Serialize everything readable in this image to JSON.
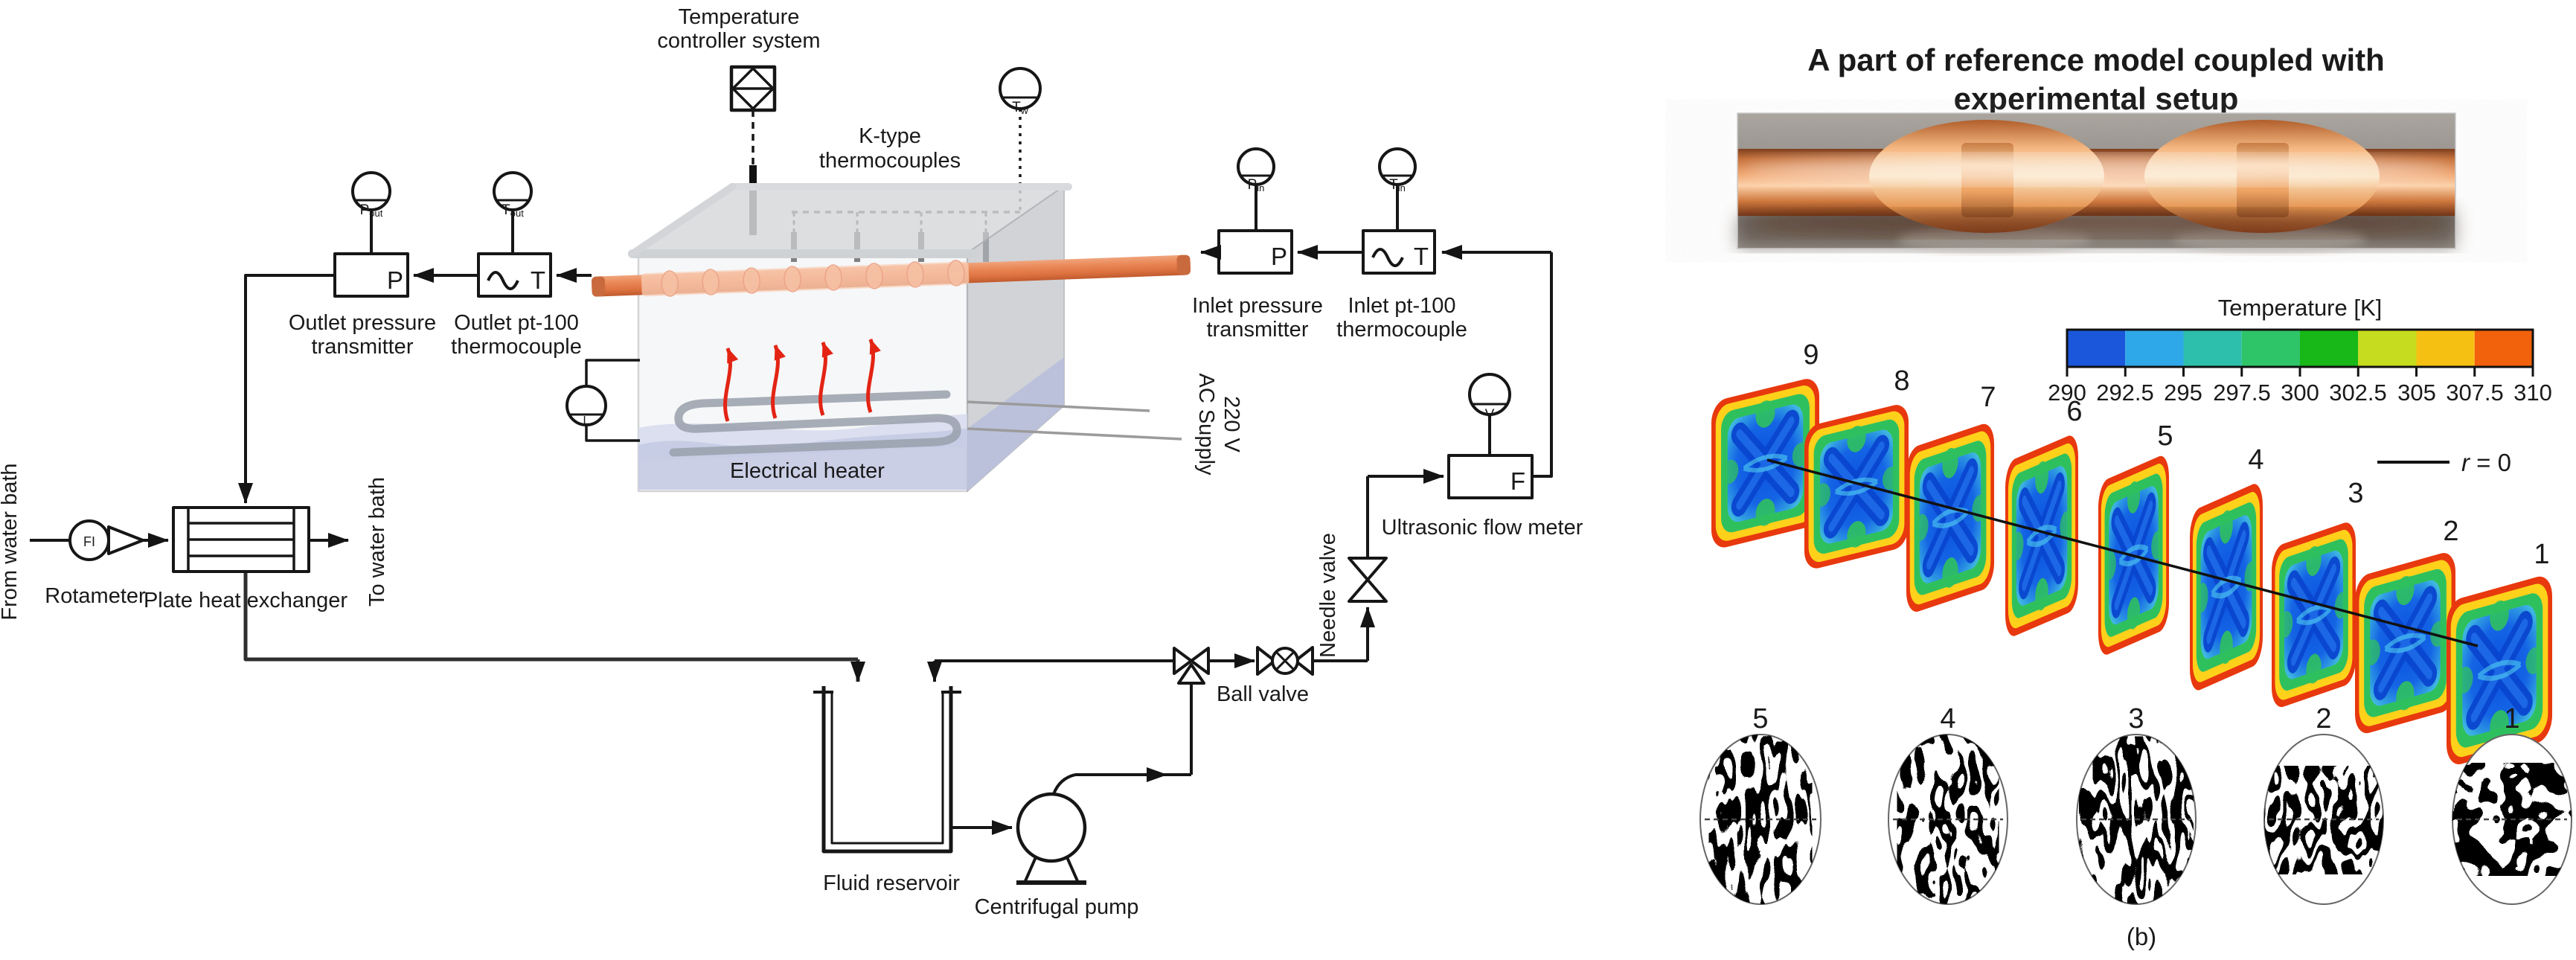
{
  "colors": {
    "line": "#161616",
    "accent_red": "#e32414",
    "copper_light": "#f0a47c",
    "copper_mid": "#e08350",
    "copper_dark": "#c05a2e",
    "fluid": "#c6cbe4",
    "colorbar": [
      "#1a57da",
      "#2ea8e8",
      "#2dbfab",
      "#2ec468",
      "#17b817",
      "#c6dc1e",
      "#f6c012",
      "#f2610c"
    ]
  },
  "schematic": {
    "temperature_controller": {
      "line1": "Temperature",
      "line2": "controller system"
    },
    "k_type": {
      "line1": "K-type",
      "line2": "thermocouples"
    },
    "gauges": {
      "tw_main": "T",
      "tw_sub": "w",
      "pout_main": "P",
      "pout_sub": "out",
      "tout_main": "T",
      "tout_sub": "out",
      "pin_main": "P",
      "pin_sub": "in",
      "tin_main": "T",
      "tin_sub": "in",
      "level": "L",
      "voltage": "V",
      "flow_indicator": "FI"
    },
    "boxes": {
      "pressure": "P",
      "temperature": "T",
      "flow": "F"
    },
    "labels": {
      "outlet_pressure_1": "Outlet pressure",
      "outlet_pressure_2": "transmitter",
      "outlet_pt100_1": "Outlet pt-100",
      "outlet_pt100_2": "thermocouple",
      "inlet_pressure_1": "Inlet pressure",
      "inlet_pressure_2": "transmitter",
      "inlet_pt100_1": "Inlet pt-100",
      "inlet_pt100_2": "thermocouple",
      "ultrasonic_flow_meter": "Ultrasonic flow meter",
      "needle_valve": "Needle valve",
      "ball_valve": "Ball valve",
      "fluid_reservoir": "Fluid reservoir",
      "centrifugal_pump": "Centrifugal pump",
      "electrical_heater": "Electrical heater",
      "ac_supply_1": "220 V",
      "ac_supply_2": "AC Supply",
      "rotameter": "Rotameter",
      "plate_heat_exchanger": "Plate heat exchanger",
      "from_water_bath": "From water bath",
      "to_water_bath": "To water bath"
    }
  },
  "reference_panel": {
    "title_1": "A part of reference model coupled with",
    "title_2": "experimental setup",
    "colorbar": {
      "title": "Temperature [K]",
      "ticks": [
        "290",
        "292.5",
        "295",
        "297.5",
        "300",
        "302.5",
        "305",
        "307.5",
        "310"
      ]
    },
    "r0_r": "r",
    "r0_rest": " = 0",
    "slice_numbers": [
      "9",
      "8",
      "7",
      "6",
      "5",
      "4",
      "3",
      "2",
      "1"
    ],
    "circle_numbers": [
      "5",
      "4",
      "3",
      "2",
      "1"
    ],
    "caption": "(b)"
  },
  "chart_data": {
    "type": "heatmap",
    "title": "Temperature [K]",
    "colorbar_ticks": [
      290,
      292.5,
      295,
      297.5,
      300,
      302.5,
      305,
      307.5,
      310
    ],
    "colorbar_range": [
      290,
      310
    ],
    "colorbar_colors": [
      "#1a57da",
      "#2ea8e8",
      "#2dbfab",
      "#2ec468",
      "#17b817",
      "#c6dc1e",
      "#f6c012",
      "#f2610c"
    ],
    "legend_entries": [
      "r = 0"
    ],
    "temperature_slice_labels": [
      9,
      8,
      7,
      6,
      5,
      4,
      3,
      2,
      1
    ],
    "flow_pattern_circle_labels": [
      5,
      4,
      3,
      2,
      1
    ],
    "layout": {
      "slices": "diagonal cascade, hot rim / cold blue core cross-sections",
      "circles": "velocity-vector pattern cross-sections"
    }
  }
}
